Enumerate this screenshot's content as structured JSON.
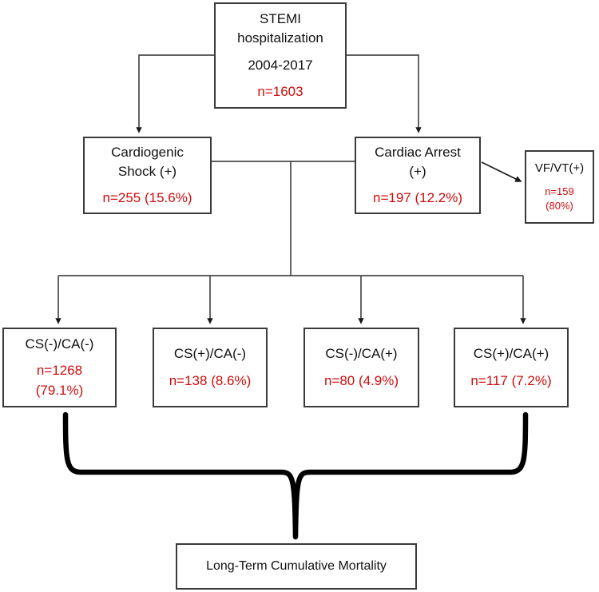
{
  "diagram": {
    "title": "STEMI hospitalization cohort flow diagram",
    "colors": {
      "text": "#111111",
      "accent_red": "#d10c0c",
      "box_border": "#3a3a3a",
      "connector": "#4a4a4a",
      "brace": "#000000",
      "background": "#ffffff"
    },
    "nodes": {
      "stemi": {
        "line1": "STEMI",
        "line2": "hospitalization",
        "line3": "2004-2017",
        "count": "n=1603"
      },
      "cardiogenic_shock": {
        "line1": "Cardiogenic",
        "line2": "Shock (+)",
        "count": "n=255 (15.6%)"
      },
      "cardiac_arrest": {
        "line1": "Cardiac Arrest",
        "line2": "(+)",
        "count": "n=197 (12.2%)"
      },
      "vf_vt": {
        "line1": "VF/VT(+)",
        "count_line1": "n=159",
        "count_line2": "(80%)"
      },
      "group1": {
        "label": "CS(-)/CA(-)",
        "count_line1": "n=1268",
        "count_line2": "(79.1%)"
      },
      "group2": {
        "label": "CS(+)/CA(-)",
        "count_line1": "n=138 (8.6%)",
        "count_line2": ""
      },
      "group3": {
        "label": "CS(-)/CA(+)",
        "count_line1": "n=80 (4.9%)",
        "count_line2": ""
      },
      "group4": {
        "label": "CS(+)/CA(+)",
        "count_line1": "n=117 (7.2%)",
        "count_line2": ""
      },
      "outcome": {
        "label": "Long-Term Cumulative Mortality"
      }
    }
  }
}
